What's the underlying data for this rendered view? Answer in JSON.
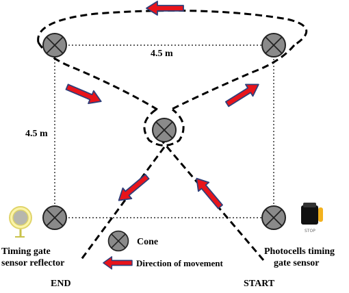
{
  "diagram": {
    "labels": {
      "top_distance": "4.5 m",
      "side_distance": "4.5 m",
      "end": "END",
      "start": "START",
      "reflector_line1": "Timing gate",
      "reflector_line2": "sensor reflector",
      "sensor_line1": "Photocells timing",
      "sensor_line2": "gate sensor",
      "stop_text": "STOP"
    },
    "legend": {
      "cone_label": "Cone",
      "arrow_label": "Direction of movement"
    },
    "colors": {
      "arrow_fill": "#e8141b",
      "arrow_outline": "#2e3f7a",
      "cone_fill": "#8a8a8a",
      "path_line": "#000000"
    },
    "icons": {
      "cone": "cone-icon",
      "arrow": "direction-arrow-icon",
      "reflector": "timing-gate-reflector-icon",
      "sensor": "photocell-sensor-icon"
    }
  }
}
